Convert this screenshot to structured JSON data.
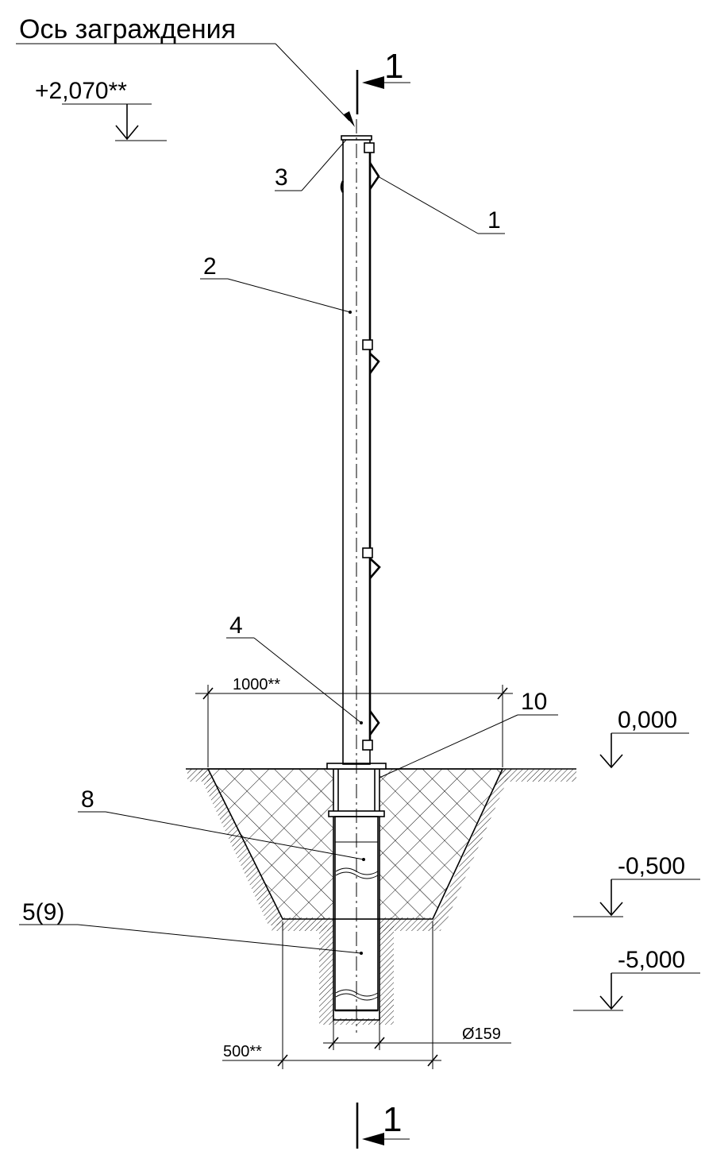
{
  "title": "Ось заграждения",
  "section_mark": "1",
  "levels": {
    "top": "+2,070**",
    "ground": "0,000",
    "mid": "-0,500",
    "bottom": "-5,000"
  },
  "callouts": [
    "1",
    "2",
    "3",
    "4",
    "10",
    "8",
    "5(9)"
  ],
  "dimensions": {
    "width_top": "1000**",
    "width_bottom": "500**",
    "diameter": "Ø159"
  }
}
